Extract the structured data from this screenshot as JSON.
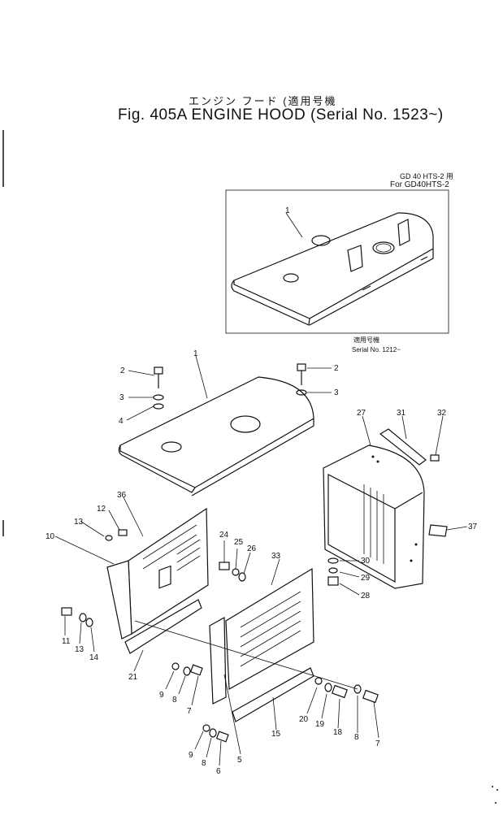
{
  "title": {
    "japanese": "エンジン フード (適用号機",
    "main": "Fig. 405A ENGINE HOOD (Serial No. 1523~)"
  },
  "inset": {
    "model_note_jp": "GD 40 HTS-2 用",
    "model_note_en": "For GD40HTS-2",
    "serial_jp": "適用号機",
    "serial_en": "Serial No. 1212~",
    "part_label": "1"
  },
  "callouts": {
    "c1": "1",
    "c2a": "2",
    "c2b": "2",
    "c3a": "3",
    "c3b": "3",
    "c4": "4",
    "c27": "27",
    "c31": "31",
    "c32": "32",
    "c36": "36",
    "c12": "12",
    "c13a": "13",
    "c10": "10",
    "c24": "24",
    "c25": "25",
    "c26": "26",
    "c33": "33",
    "c37": "37",
    "c30": "30",
    "c29": "29",
    "c28": "28",
    "c11": "11",
    "c13b": "13",
    "c14": "14",
    "c21": "21",
    "c9a": "9",
    "c8a": "8",
    "c7a": "7",
    "c20": "20",
    "c19": "19",
    "c18": "18",
    "c8b": "8",
    "c7b": "7",
    "c15": "15",
    "c9b": "9",
    "c8c": "8",
    "c6": "6",
    "c5": "5"
  }
}
